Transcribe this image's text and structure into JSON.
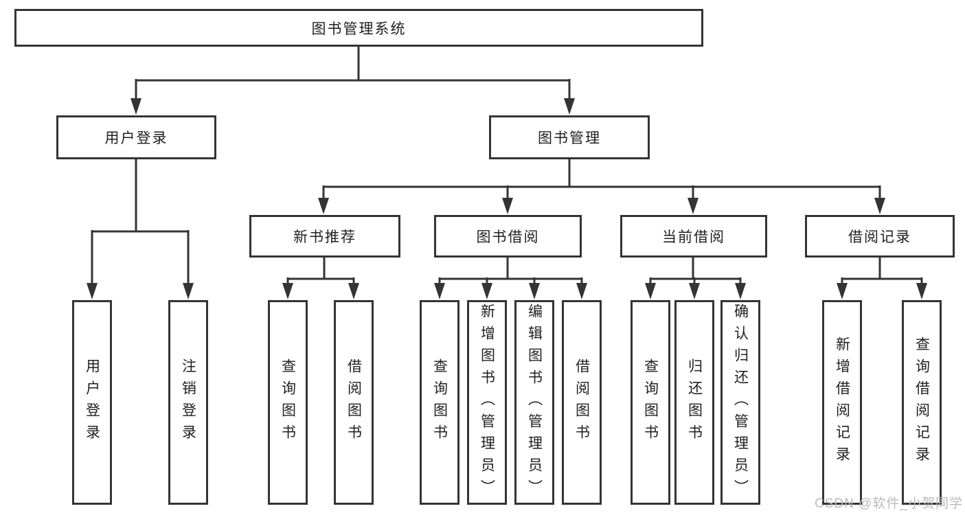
{
  "diagram_type": "hierarchy-functional-structure",
  "tree": {
    "label": "图书管理系统",
    "children": [
      {
        "label": "用户登录",
        "children": [
          {
            "label": "用户登录"
          },
          {
            "label": "注销登录"
          }
        ]
      },
      {
        "label": "图书管理",
        "children": [
          {
            "label": "新书推荐",
            "children": [
              {
                "label": "查询图书"
              },
              {
                "label": "借阅图书"
              }
            ]
          },
          {
            "label": "图书借阅",
            "children": [
              {
                "label": "查询图书"
              },
              {
                "label": "新增图书（管理员）"
              },
              {
                "label": "编辑图书（管理员）"
              },
              {
                "label": "借阅图书"
              }
            ]
          },
          {
            "label": "当前借阅",
            "children": [
              {
                "label": "查询图书"
              },
              {
                "label": "归还图书"
              },
              {
                "label": "确认归还（管理员）"
              }
            ]
          },
          {
            "label": "借阅记录",
            "children": [
              {
                "label": "新增借阅记录"
              },
              {
                "label": "查询借阅记录"
              }
            ]
          }
        ]
      }
    ]
  },
  "watermark": {
    "text": "CSDN @软件_小贺同学"
  },
  "colors": {
    "line": "#343434",
    "text": "#1f1f1f",
    "background": "#ffffff",
    "watermark": "#b9b9b9"
  }
}
